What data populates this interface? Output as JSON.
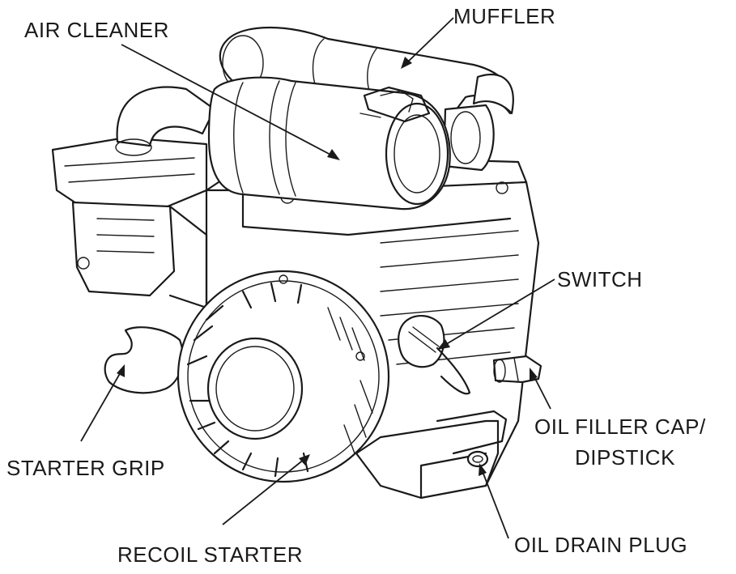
{
  "labels": {
    "air_cleaner": "AIR CLEANER",
    "muffler": "MUFFLER",
    "switch": "SWITCH",
    "oil_filler_line1": "OIL FILLER CAP/",
    "oil_filler_line2": "DIPSTICK",
    "starter_grip": "STARTER GRIP",
    "recoil_starter": "RECOIL STARTER",
    "oil_drain_plug": "OIL DRAIN PLUG"
  },
  "colors": {
    "ink": "#1a1a1a",
    "background": "#ffffff"
  }
}
